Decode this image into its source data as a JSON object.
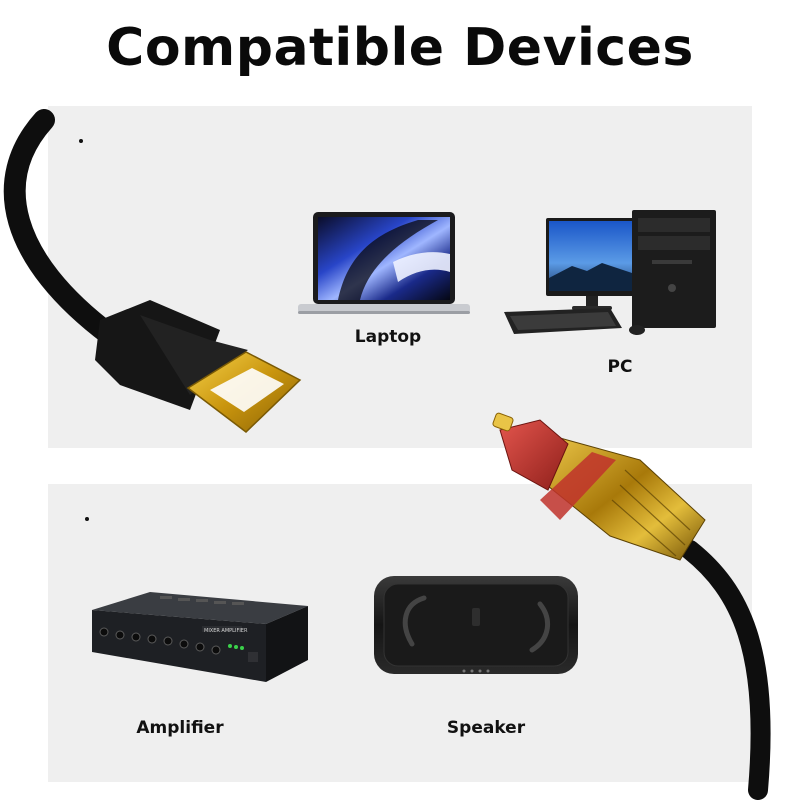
{
  "header": {
    "title": "Compatible Devices"
  },
  "devices": {
    "laptop": {
      "label": "Laptop"
    },
    "pc": {
      "label": "PC"
    },
    "amplifier": {
      "label": "Amplifier",
      "panel_text": "MIXER AMPLIFIER"
    },
    "speaker": {
      "label": "Speaker"
    }
  },
  "icons": [
    "usb-cable-icon",
    "optical-toslink-cable-icon",
    "laptop-icon",
    "pc-icon",
    "amplifier-icon",
    "speaker-icon"
  ],
  "colors": {
    "background": "#ffffff",
    "panel": "#efefef",
    "title": "#0a0a0a",
    "gold": "#d4a514",
    "red": "#c0322c"
  }
}
